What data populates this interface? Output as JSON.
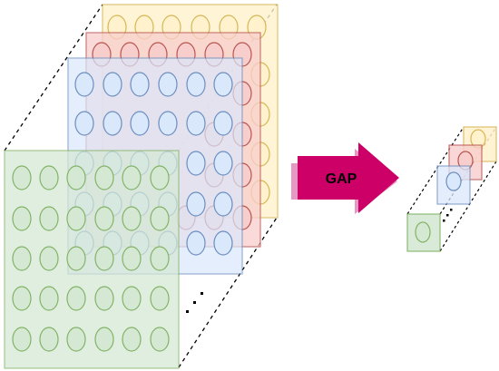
{
  "arrow": {
    "label": "GAP"
  },
  "feature_maps": [
    {
      "name": "yellow-channel",
      "fill": "#fff2cc",
      "stroke": "#d6b656",
      "opacity": 0.55
    },
    {
      "name": "red-channel",
      "fill": "#f8cecc",
      "stroke": "#b85450",
      "opacity": 0.55
    },
    {
      "name": "blue-channel",
      "fill": "#dae8fc",
      "stroke": "#6c8ebf",
      "opacity": 0.55
    },
    {
      "name": "green-channel",
      "fill": "#d5e8d4",
      "stroke": "#82b366",
      "opacity": 0.75
    }
  ],
  "colors": {
    "arrow_fill": "#cc0066",
    "arrow_shadow": "#e699c2",
    "arrow_text": "#000000",
    "dashed_line": "#000000"
  }
}
